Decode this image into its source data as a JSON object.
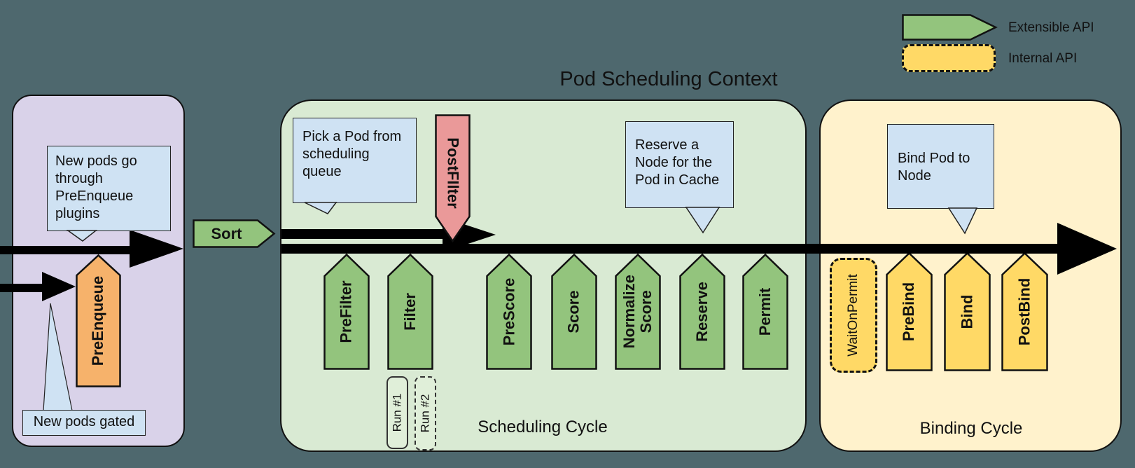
{
  "title": "Pod Scheduling Context",
  "legend": {
    "extensible_label": "Extensible API",
    "internal_label": "Internal API"
  },
  "queue_panel": {
    "callout_top": "New pods go through PreEnqueue plugins",
    "pre_enqueue_label": "PreEnqueue",
    "callout_gated": "New pods gated"
  },
  "sort_label": "Sort",
  "scheduling_panel": {
    "callout_pick": "Pick a Pod from scheduling queue",
    "post_filter_label": "PostFIlter",
    "points": [
      "PreFilter",
      "Filter",
      "PreScore",
      "Score",
      "Normalize Score",
      "Reserve",
      "Permit"
    ],
    "runs": [
      "Run #1",
      "Run #2"
    ],
    "callout_reserve": "Reserve a Node for the Pod in Cache",
    "cycle_label": "Scheduling Cycle"
  },
  "binding_panel": {
    "wait_on_permit_label": "WaitOnPermit",
    "points": [
      "PreBind",
      "Bind",
      "PostBind"
    ],
    "callout_bind": "Bind Pod to Node",
    "cycle_label": "Binding Cycle"
  },
  "colors": {
    "background": "#4e686e",
    "queue_panel": "#d9d2e9",
    "scheduling_panel": "#d9ead3",
    "binding_panel": "#fff2cc",
    "callout": "#cfe2f3",
    "extensible_accent": "#93c47d",
    "internal_accent": "#ffd966",
    "pre_enqueue_accent": "#f6b26b",
    "post_filter_accent": "#ea9999",
    "arrow": "#000000"
  }
}
